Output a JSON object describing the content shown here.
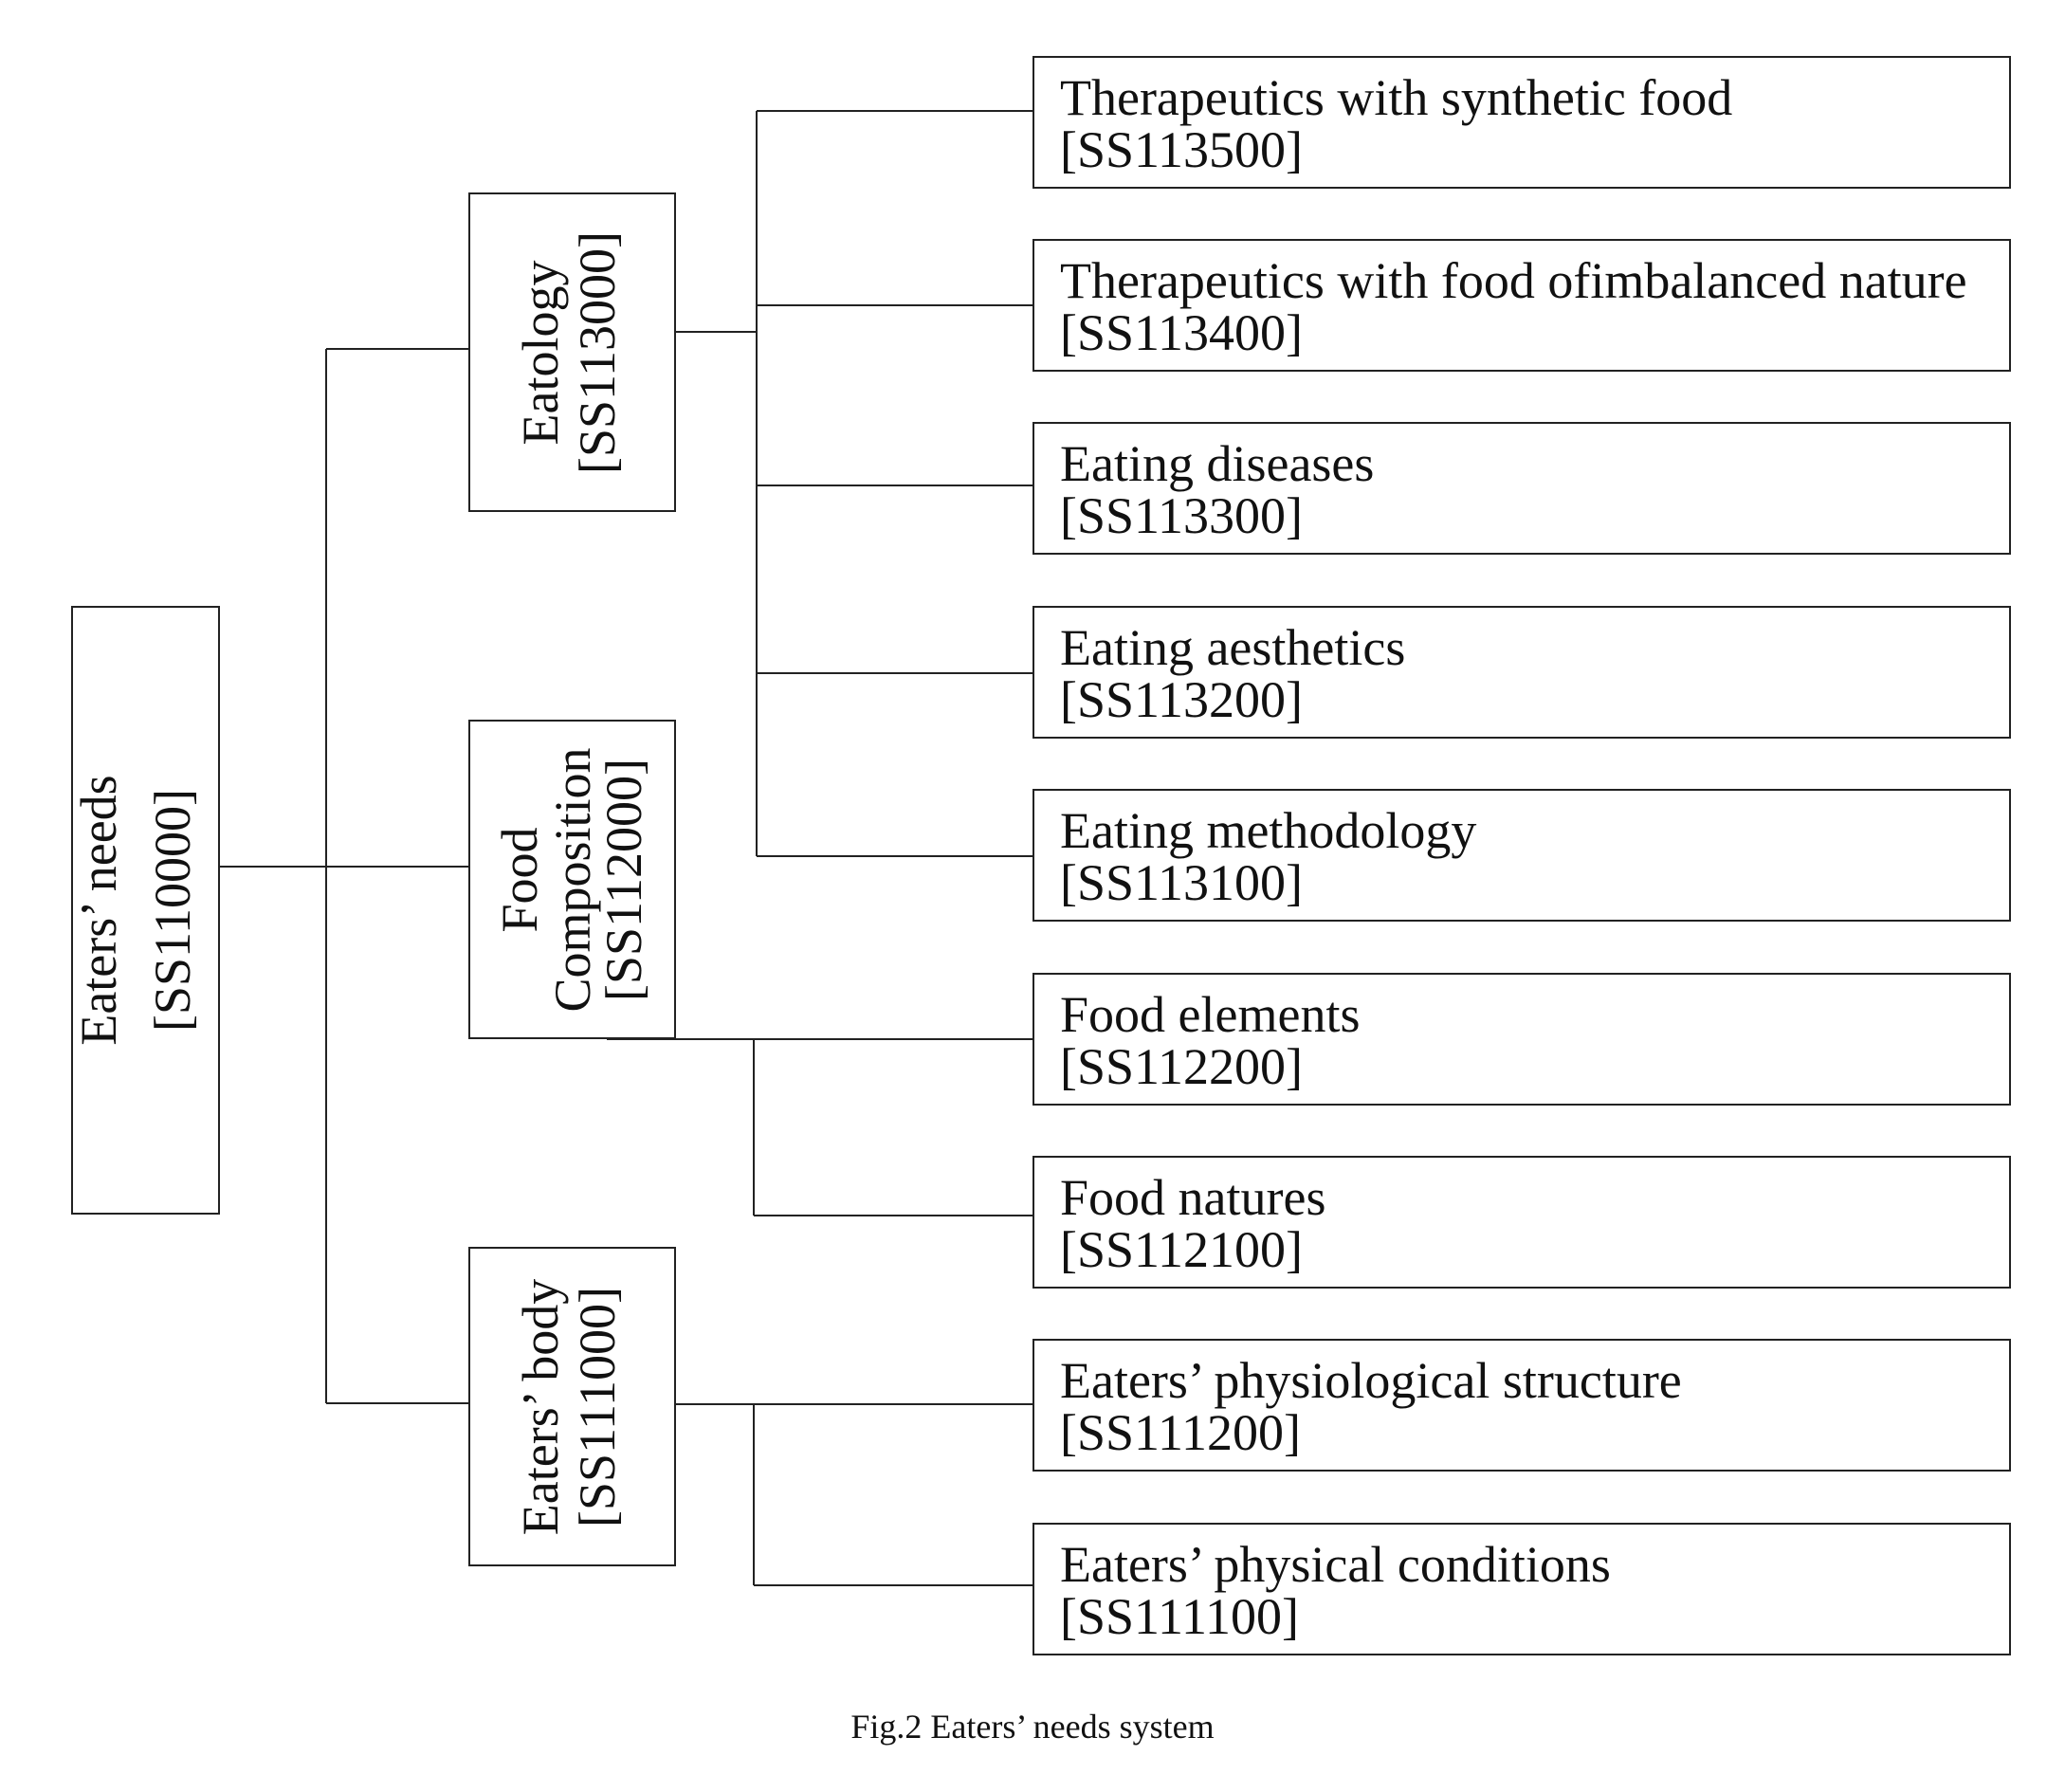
{
  "root": {
    "title": "Eaters’ needs",
    "code": "[SS110000]"
  },
  "branches": [
    {
      "id": "eatology",
      "lines": [
        "Eatology",
        "[SS113000]"
      ]
    },
    {
      "id": "food-composition",
      "lines": [
        "Food",
        "Composition",
        "[SS112000]"
      ]
    },
    {
      "id": "eaters-body",
      "lines": [
        "Eaters’ body",
        "[SS111000]"
      ]
    }
  ],
  "leaves": [
    {
      "title": "Therapeutics with synthetic food",
      "code": "[SS113500]"
    },
    {
      "title": "Therapeutics with food ofimbalanced nature",
      "code": "[SS113400]"
    },
    {
      "title": "Eating diseases",
      "code": "[SS113300]"
    },
    {
      "title": "Eating aesthetics",
      "code": "[SS113200]"
    },
    {
      "title": "Eating methodology",
      "code": "[SS113100]"
    },
    {
      "title": "Food elements",
      "code": "[SS112200]"
    },
    {
      "title": "Food natures",
      "code": "[SS112100]"
    },
    {
      "title": "Eaters’ physiological structure",
      "code": "[SS111200]"
    },
    {
      "title": "Eaters’ physical conditions",
      "code": "[SS111100]"
    }
  ],
  "caption": "Fig.2 Eaters’ needs system"
}
